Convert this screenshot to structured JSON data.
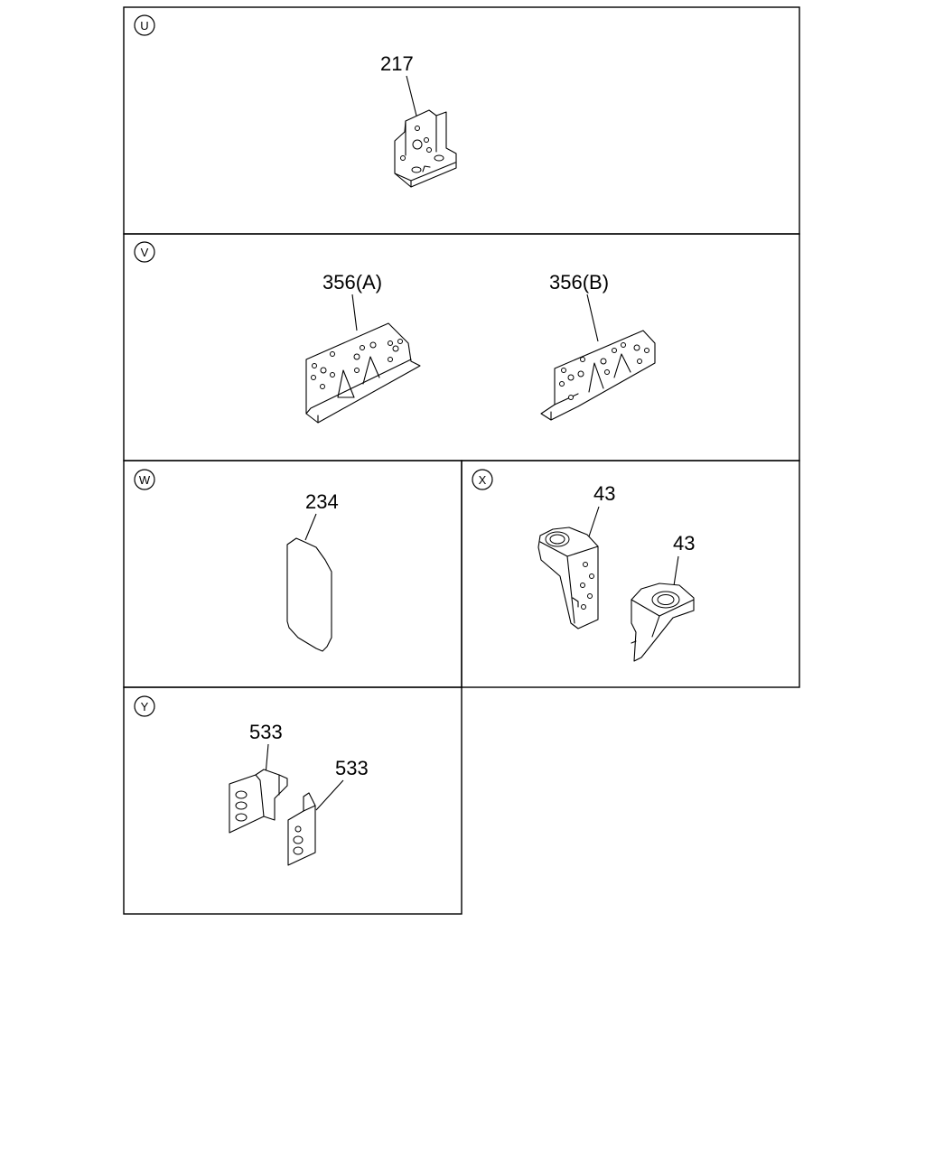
{
  "sections": [
    {
      "id": "U",
      "callouts": [
        "217"
      ]
    },
    {
      "id": "V",
      "callouts": [
        "356(A)",
        "356(B)"
      ]
    },
    {
      "id": "W",
      "callouts": [
        "234"
      ]
    },
    {
      "id": "X",
      "callouts": [
        "43",
        "43"
      ]
    },
    {
      "id": "Y",
      "callouts": [
        "533",
        "533"
      ]
    }
  ]
}
